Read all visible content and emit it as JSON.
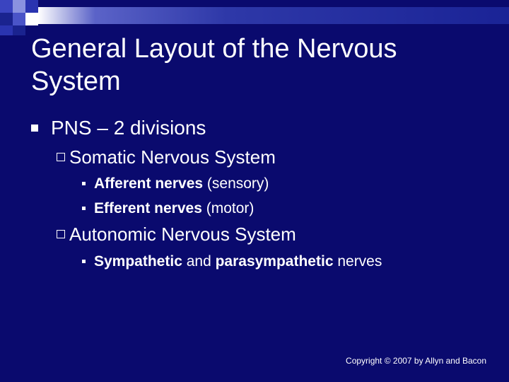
{
  "title": "General Layout of the Nervous System",
  "points": [
    {
      "text": "PNS – 2 divisions",
      "children": [
        {
          "text": "Somatic Nervous System",
          "children": [
            {
              "bold": "Afferent nerves",
              "rest": " (sensory)"
            },
            {
              "bold": "Efferent nerves",
              "rest": " (motor)"
            }
          ]
        },
        {
          "text": "Autonomic Nervous System",
          "children": [
            {
              "bold1": "Sympathetic",
              "mid": " and ",
              "bold2": "parasympathetic",
              "rest": " nerves"
            }
          ]
        }
      ]
    }
  ],
  "footer": "Copyright © 2007 by Allyn and Bacon",
  "colors": {
    "background": "#0a0a6e",
    "text": "#ffffff",
    "accent": "#2e38a8"
  }
}
